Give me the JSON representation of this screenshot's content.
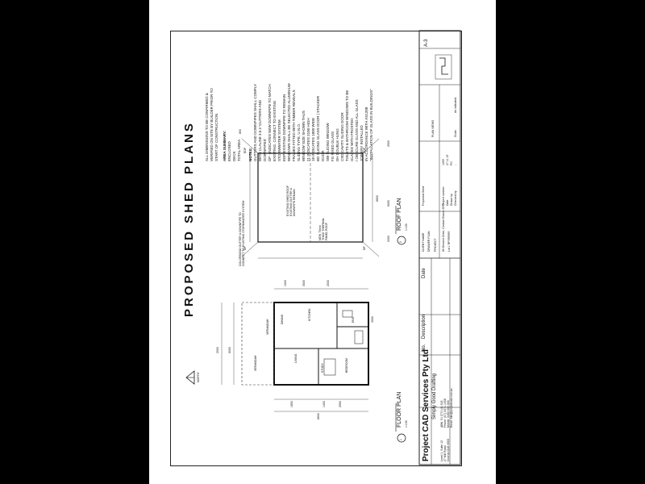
{
  "drawing": {
    "title": "PROPOSED SHED PLANS",
    "notes": [
      "ALL DIMENSIONS TO BE CONFIRMED &",
      "VERIFIED ON SITE BY BUILDER PRIOR TO",
      "START OF CONSTRUCTION"
    ],
    "area_summary_title": "AREA SUMMARY:",
    "area_lines": [
      "ENCLOSED",
      "DECK",
      "TOTAL AREA"
    ],
    "notes_heading": "NOTES:",
    "spec_notes": [
      "GUTTERS AND DOWNPIPES SHALL COMPLY",
      "WITH CLAUSE 3.5.2 'GUTTERS AND",
      "DOWNPIPES'",
      "DP - INDICATES NEW DOWNPIPE TO MATCH",
      "EXISTING. CONNECT TO EXISTING",
      "STORMWATER SYSTEM",
      "EDP EXISTING DOWNPIPE TO REMAIN",
      "WINDOWS SHALL BE SELECTED ALUMINIUM",
      "FRAMES FITTED WITH TIMBER REVEALS",
      "SLIDING TYPE, U.N.O.",
      "WINDOW SIZE SHOWN THUS",
      "21 INDICATES 2100 HIGH",
      "18 INDICATES 1800 WIDE",
      "BD SLIDING GLASS DOOR | STACKER",
      "DOOR",
      "SW SLIDING WINDOW",
      "FG FIXED GLASS",
      "DH DOUBLE HUNG",
      "CSD CAVITY SLIDING DOOR",
      "TOILETS & BATHROOM WINDOWS TO BE",
      "GLAZED WITH FROSTED",
      "/ OBSCURE GLASS AND ALL GLASS",
      "JOINERY INSTALLED",
      "IN ACCORDANCE WITH AS1288",
      "\"INSTALLATION OF GLASS IN BUILDINGS\""
    ],
    "roof_notes": [
      "COLORBOND GUTTER & DOWNPIPE TO",
      "CONNECT TO EXISTING STORMWATER SYSTEM",
      "EXISTING SHED ROOF",
      "EXISTING GUTTER &",
      "DOWNPIPE REMAIN",
      "NEW 75mm",
      "THICK THERMAL",
      "PANEL ROOF"
    ],
    "roof_labels": [
      "EDP",
      "EDP",
      "DP",
      "DP"
    ],
    "dims_roof": [
      "6000",
      "2000",
      "2500",
      "800",
      "8600"
    ],
    "floor_rooms": [
      "VERANDAH",
      "VERANDAH",
      "DINING",
      "KITCHEN",
      "LIVING",
      "STUDY",
      "BEDROOM",
      "ENS"
    ],
    "floor_dims": [
      "6000",
      "2000",
      "4500",
      "1000",
      "3000",
      "2000",
      "1800",
      "1400",
      "8600",
      "2500"
    ],
    "north_label": "NORTH",
    "floor_plan_label": "FLOOR PLAN",
    "floor_plan_num": "1",
    "floor_plan_scale": "1:100",
    "roof_plan_label": "ROOF PLAN",
    "roof_plan_num": "2",
    "roof_plan_scale": "1:100"
  },
  "title_block": {
    "company": "Project CAD Services Pty Ltd",
    "tagline": "Simply Good Drafting",
    "contact_lines": [
      "ABN: 51 073 141 618",
      "Phone: (07) 5371 1008",
      "Mobile: 0400 000 000",
      "Email: info@projectcad.com.au"
    ],
    "address_lines": [
      "Level 1, Suite 12",
      "27 Mill Road",
      "Cooroy QLD 4563"
    ],
    "rev_headers": [
      "No.",
      "Description",
      "Date"
    ],
    "client_label": "CLIENT NAME",
    "client_value": "DRAWER PLAN",
    "project_label": "PROJECT",
    "project_value": "Proposed Shed",
    "project_address": "80 Dreams Drive, Coolum Beach 4573",
    "lot_line": "Lot 1 RP999999",
    "info_labels": [
      "Project number",
      "Date",
      "Drawn by",
      "Checked by"
    ],
    "info_values": [
      "1209",
      "27.11.19",
      "PC",
      "-"
    ],
    "sheet_label": "PLAN VIEWS",
    "sheet_number": "A-3",
    "scale_label": "Scale",
    "scale_value": "As indicated"
  }
}
